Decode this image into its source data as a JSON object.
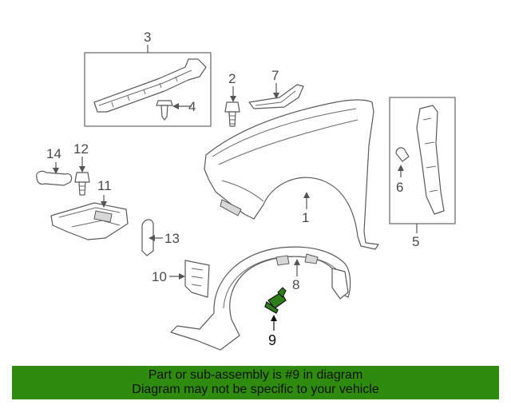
{
  "callouts": {
    "c1": "1",
    "c2": "2",
    "c3": "3",
    "c4": "4",
    "c5": "5",
    "c6": "6",
    "c7": "7",
    "c8": "8",
    "c9": "9",
    "c10": "10",
    "c11": "11",
    "c12": "12",
    "c13": "13",
    "c14": "14"
  },
  "highlight_part": "9",
  "banner": {
    "line1": "Part or sub-assembly is #9 in diagram",
    "line2": "Diagram may not be specific to your vehicle"
  },
  "colors": {
    "banner_bg": "#2e8b0d",
    "highlight": "#2e7d1a"
  }
}
